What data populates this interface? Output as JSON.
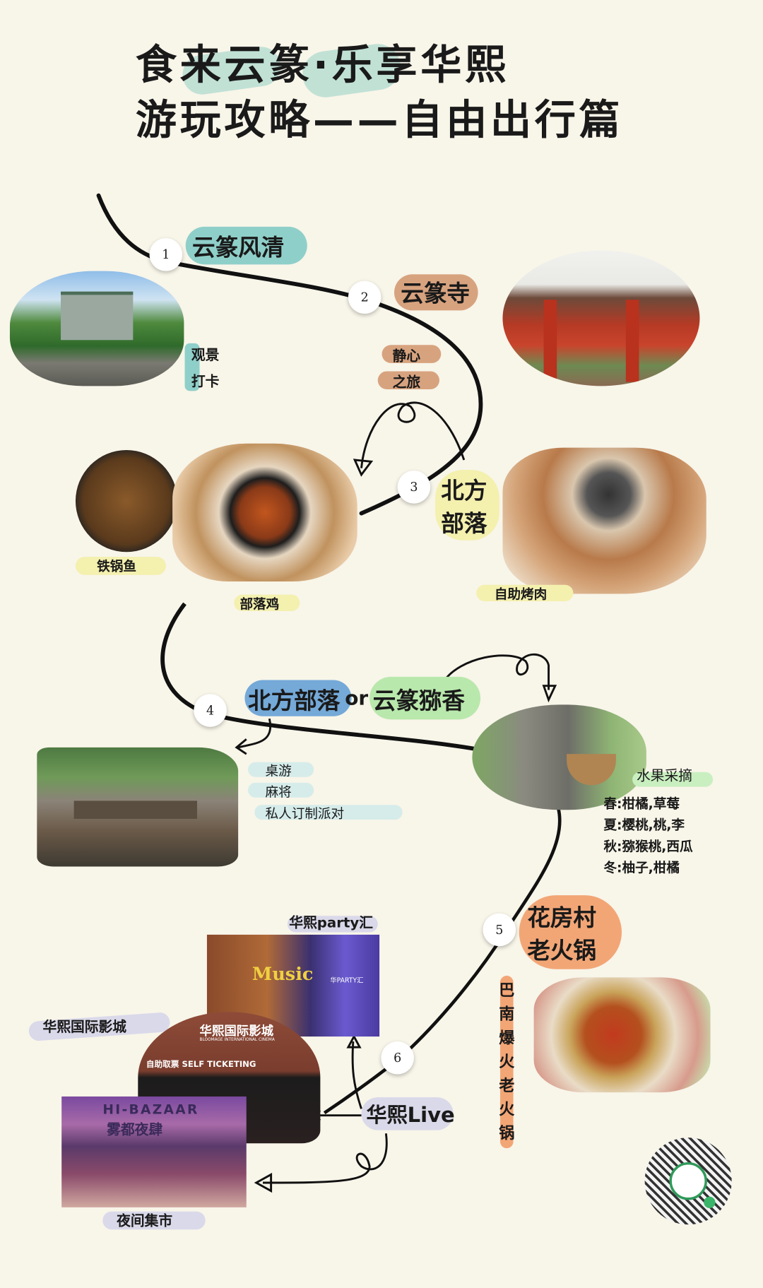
{
  "title": {
    "line1": "食来云篆·乐享华熙",
    "line2": "游玩攻略——自由出行篇"
  },
  "stops": [
    {
      "number": "1",
      "name": "云篆风清",
      "tags": [
        "观景",
        "打卡"
      ]
    },
    {
      "number": "2",
      "name": "云篆寺",
      "tags": [
        "静心",
        "之旅"
      ]
    },
    {
      "number": "3",
      "name": "北方\n部落",
      "name_lines": [
        "北方",
        "部落"
      ],
      "dishes": [
        "铁锅鱼",
        "部落鸡",
        "自助烤肉"
      ]
    },
    {
      "number": "4",
      "name": "北方部落or云篆猕香",
      "name_parts": [
        "北方部落",
        "or",
        "云篆猕香"
      ],
      "activities": [
        "桌游",
        "麻将",
        "私人订制派对"
      ],
      "fruit_title": "水果采摘",
      "fruits": [
        "春:柑橘,草莓",
        "夏:樱桃,桃,李",
        "秋:猕猴桃,西瓜",
        "冬:柚子,柑橘"
      ]
    },
    {
      "number": "5",
      "name_lines": [
        "花房村",
        "老火锅"
      ],
      "subtitle": "巴南爆火老火锅"
    },
    {
      "number": "6",
      "name": "华熙Live",
      "venues": [
        "华熙party汇",
        "华熙国际影城",
        "夜间集市"
      ]
    }
  ],
  "photo_text": {
    "cinema_name": "华熙国际影城",
    "cinema_en": "BLOOMAGE INTERNATIONAL CINEMA",
    "ticketing": "自助取票  SELF TICKETING",
    "bazaar_en": "HI-BAZAAR",
    "bazaar_cn": "雾都夜肆",
    "party_sign": "华PARTY汇",
    "music": "Music"
  },
  "colors": {
    "background": "#f8f5e9",
    "teal": "#8fcfc9",
    "tan": "#d7a37f",
    "yellow": "#f4f0ae",
    "blue": "#74a9d8",
    "green": "#b9e8ac",
    "orange": "#f2a676",
    "lavender": "#d9d9ea"
  }
}
